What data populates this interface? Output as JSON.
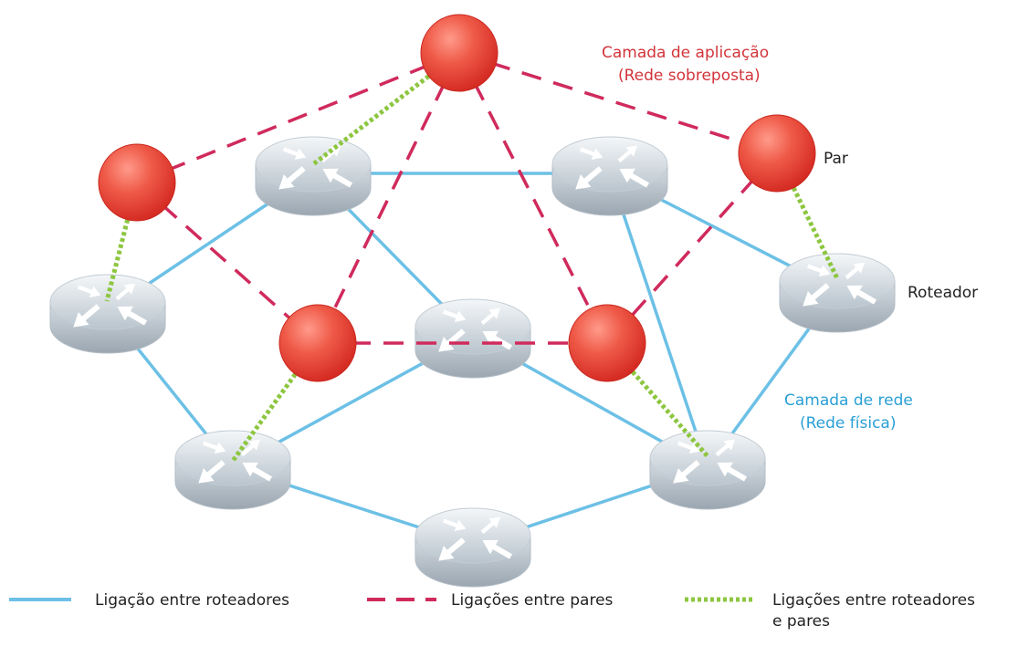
{
  "labels": {
    "app_layer_line1": "Camada de aplicação",
    "app_layer_line2": "(Rede sobreposta)",
    "peer": "Par",
    "router": "Roteador",
    "net_layer_line1": "Camada de rede",
    "net_layer_line2": "(Rede física)"
  },
  "legend": {
    "router_links": "Ligação entre roteadores",
    "peer_links": "Ligações entre pares",
    "router_peer_links_line1": "Ligações entre roteadores",
    "router_peer_links_line2": "e pares"
  },
  "colors": {
    "router_link": "#6cc0e6",
    "peer_link": "#d02a5c",
    "router_peer_link": "#8cc63f",
    "peer_fill": "#e8453a",
    "app_label": "#d2343a",
    "net_label": "#2a9fd6"
  },
  "diagram": {
    "routers": [
      "r1",
      "r2",
      "r3",
      "r4",
      "r5",
      "r6",
      "r7",
      "r8",
      "r9"
    ],
    "peers": [
      "p1",
      "p2",
      "p3",
      "p4",
      "p5"
    ],
    "router_links": [
      [
        "r1",
        "r2"
      ],
      [
        "r2",
        "r3"
      ],
      [
        "r2",
        "r4"
      ],
      [
        "r3",
        "r8"
      ],
      [
        "r3",
        "r9"
      ],
      [
        "r5",
        "r1"
      ],
      [
        "r5",
        "r6"
      ],
      [
        "r6",
        "r4"
      ],
      [
        "r6",
        "r7"
      ],
      [
        "r4",
        "r8"
      ],
      [
        "r7",
        "r8"
      ],
      [
        "r8",
        "r9"
      ]
    ],
    "peer_links": [
      [
        "p1",
        "p2"
      ],
      [
        "p1",
        "p3"
      ],
      [
        "p1",
        "p4"
      ],
      [
        "p1",
        "p5"
      ],
      [
        "p2",
        "p3"
      ],
      [
        "p5",
        "p4"
      ],
      [
        "p3",
        "p4"
      ]
    ],
    "router_peer_links": [
      [
        "p1",
        "r2"
      ],
      [
        "p2",
        "r5"
      ],
      [
        "p3",
        "r6"
      ],
      [
        "p5",
        "r9"
      ],
      [
        "p4",
        "r8"
      ]
    ]
  }
}
